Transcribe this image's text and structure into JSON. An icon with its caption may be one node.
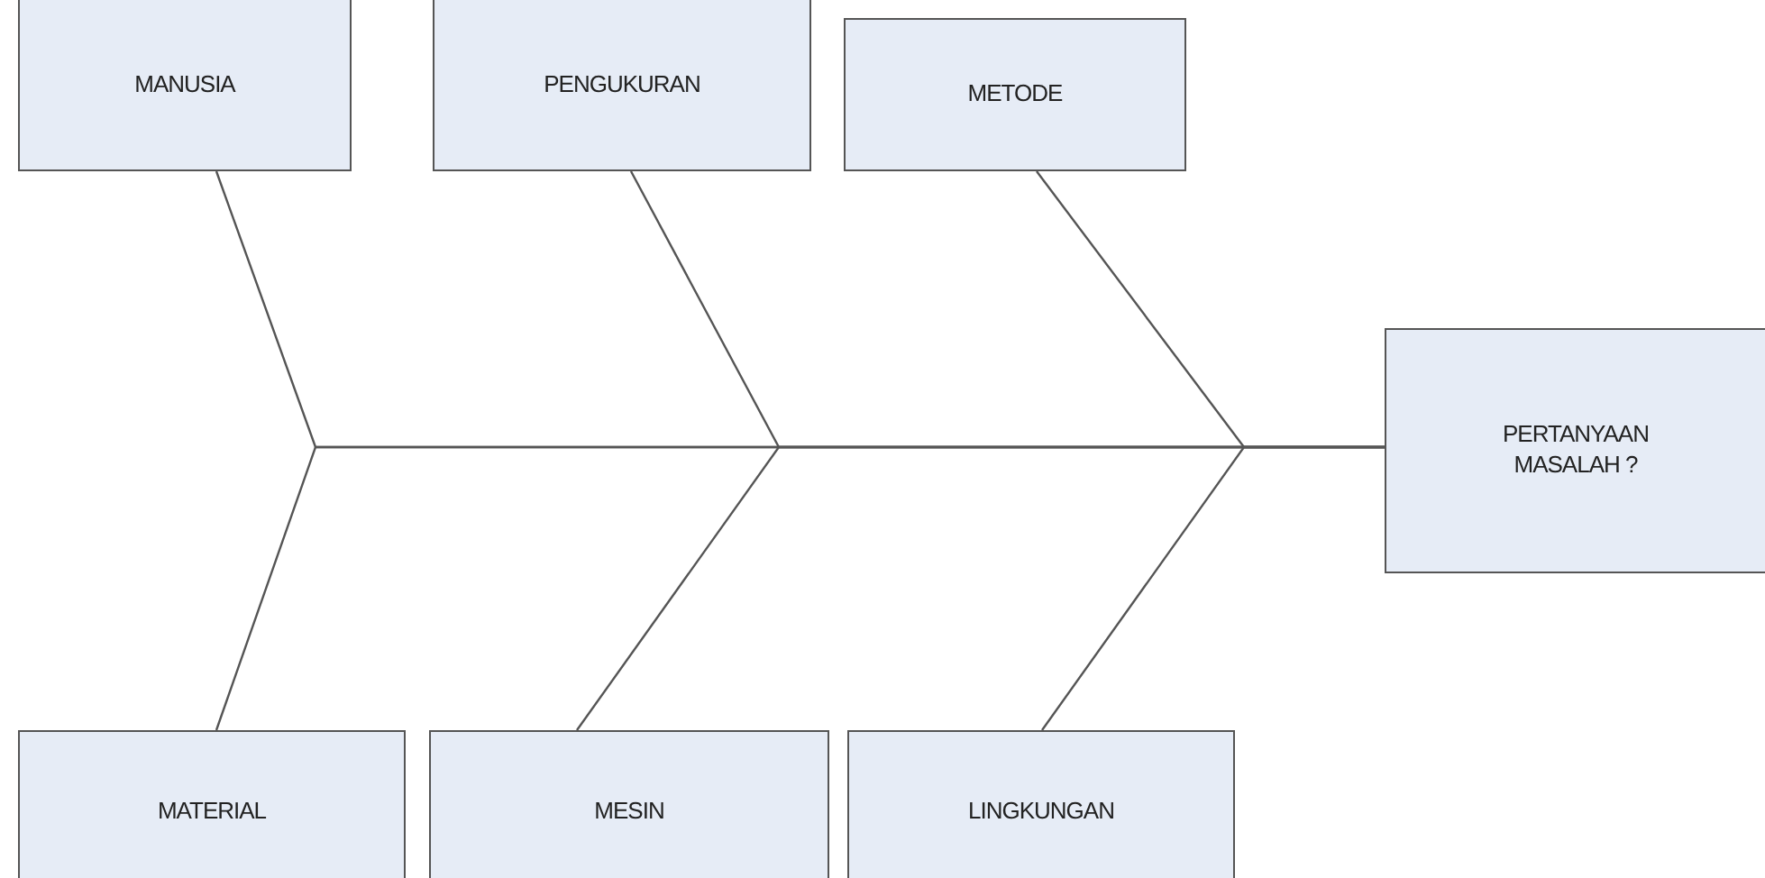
{
  "diagram": {
    "nodes": [
      {
        "text": [
          "MANUSIA"
        ]
      },
      {
        "text": [
          "PENGUKURAN"
        ]
      },
      {
        "text": [
          "METODE"
        ]
      },
      {
        "text": [
          "PERTANYAAN MASALAH ?"
        ]
      },
      {
        "text": [
          "MATERIAL"
        ]
      },
      {
        "text": [
          "MESIN"
        ]
      },
      {
        "text": [
          "LINGKUNGAN"
        ]
      }
    ],
    "edges": [
      {
        "from": 0,
        "to": 3,
        "arrow": "none"
      },
      {
        "from": 1,
        "to": 3,
        "arrow": "none"
      },
      {
        "from": 2,
        "to": 3,
        "arrow": "none"
      },
      {
        "from": 4,
        "to": 3,
        "arrow": "none"
      },
      {
        "from": 5,
        "to": 3,
        "arrow": "none"
      },
      {
        "from": 6,
        "to": 3,
        "arrow": "none"
      }
    ]
  }
}
